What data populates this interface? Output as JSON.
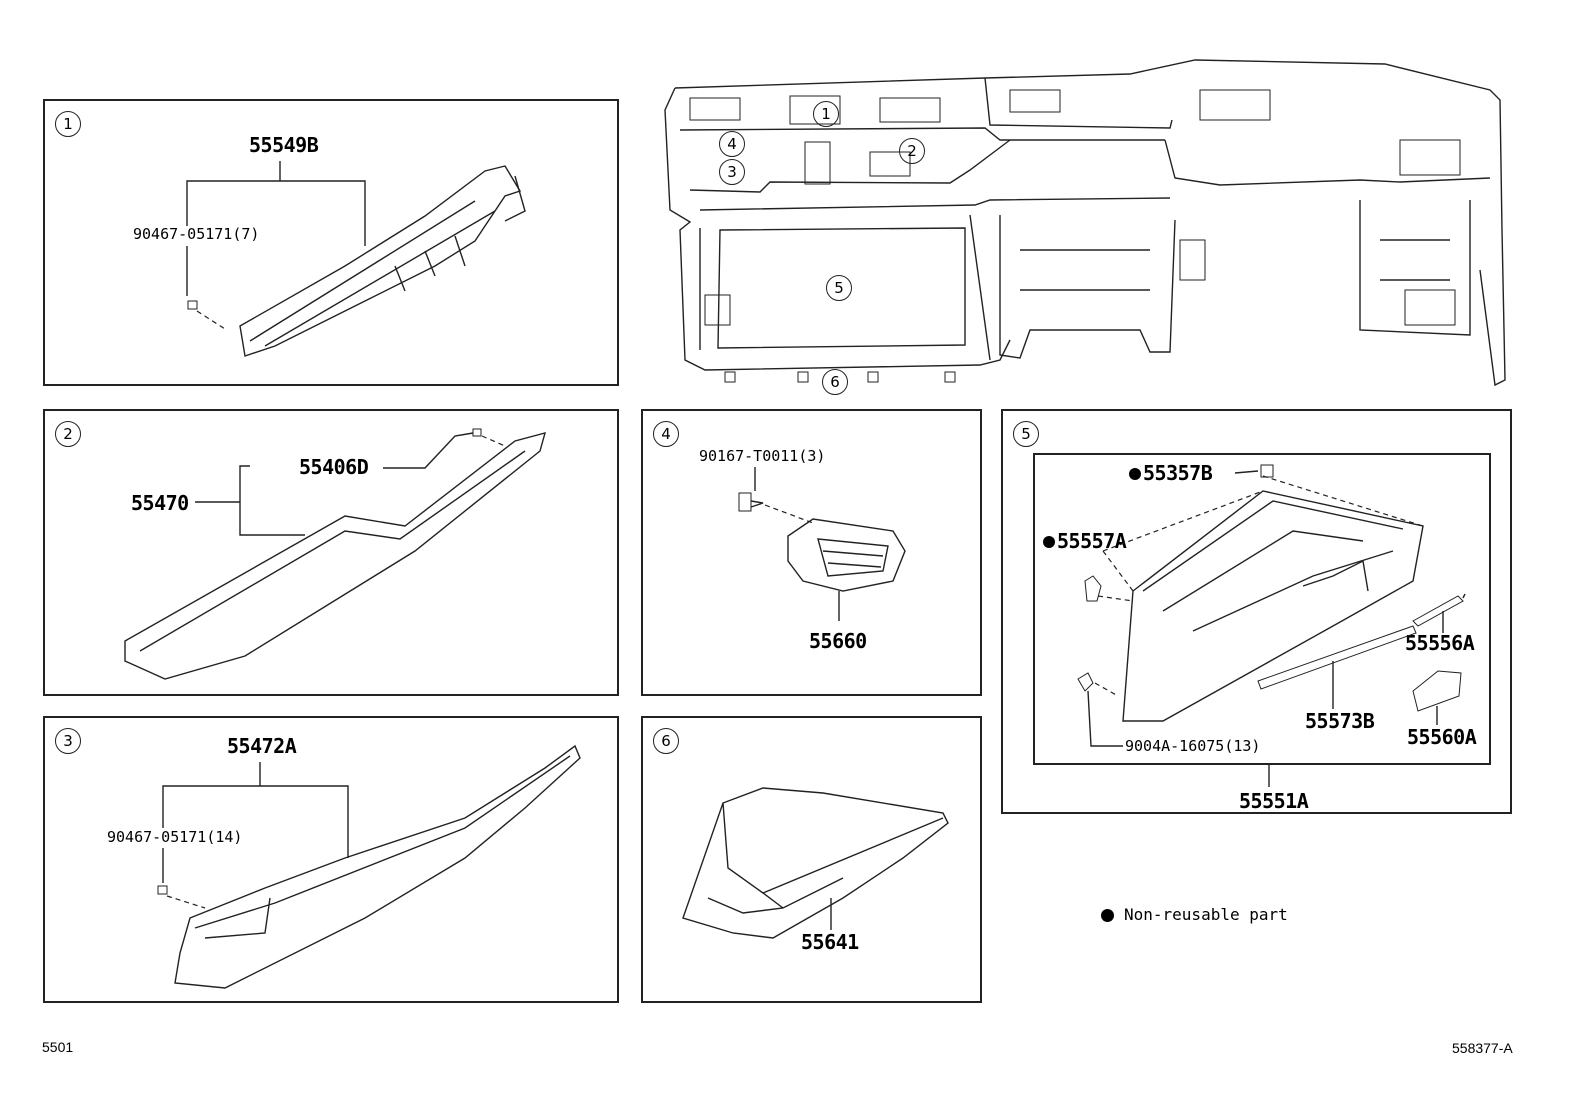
{
  "overview": {
    "callouts": [
      "1",
      "2",
      "3",
      "4",
      "5",
      "6"
    ]
  },
  "panels": {
    "p1": {
      "num": "1",
      "part_main": "55549B",
      "part_clip": "90467-05171(7)"
    },
    "p2": {
      "num": "2",
      "part_a": "55406D",
      "part_b": "55470"
    },
    "p3": {
      "num": "3",
      "part_main": "55472A",
      "part_clip": "90467-05171(14)"
    },
    "p4": {
      "num": "4",
      "part_clip": "90167-T0011(3)",
      "part_main": "55660"
    },
    "p5": {
      "num": "5",
      "part_a": "55357B",
      "part_b": "55557A",
      "part_c": "55556A",
      "part_d": "55573B",
      "part_e": "55560A",
      "part_f": "9004A-16075(13)",
      "part_assy": "55551A"
    },
    "p6": {
      "num": "6",
      "part_main": "55641"
    }
  },
  "legend": {
    "text": "Non-reusable part"
  },
  "footer": {
    "left": "5501",
    "right": "558377-A"
  }
}
